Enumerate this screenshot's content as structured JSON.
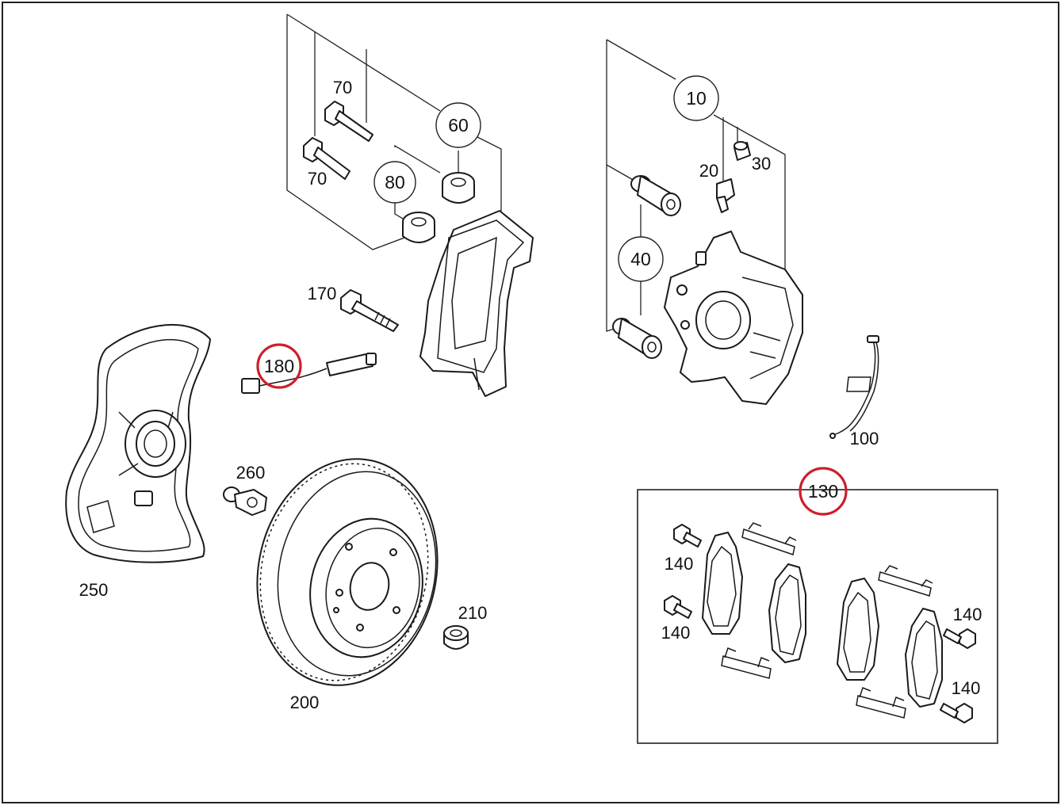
{
  "diagram": {
    "highlight_color": "#cc1f2b",
    "line_color": "#1a1a1a",
    "callouts": {
      "c10": "10",
      "c20": "20",
      "c30": "30",
      "c40": "40",
      "c60": "60",
      "c70a": "70",
      "c70b": "70",
      "c80": "80",
      "c100": "100",
      "c130": "130",
      "c140a": "140",
      "c140b": "140",
      "c140c": "140",
      "c140d": "140",
      "c170": "170",
      "c180": "180",
      "c200": "200",
      "c210": "210",
      "c250": "250",
      "c260": "260"
    },
    "highlighted": [
      "180",
      "130"
    ]
  }
}
